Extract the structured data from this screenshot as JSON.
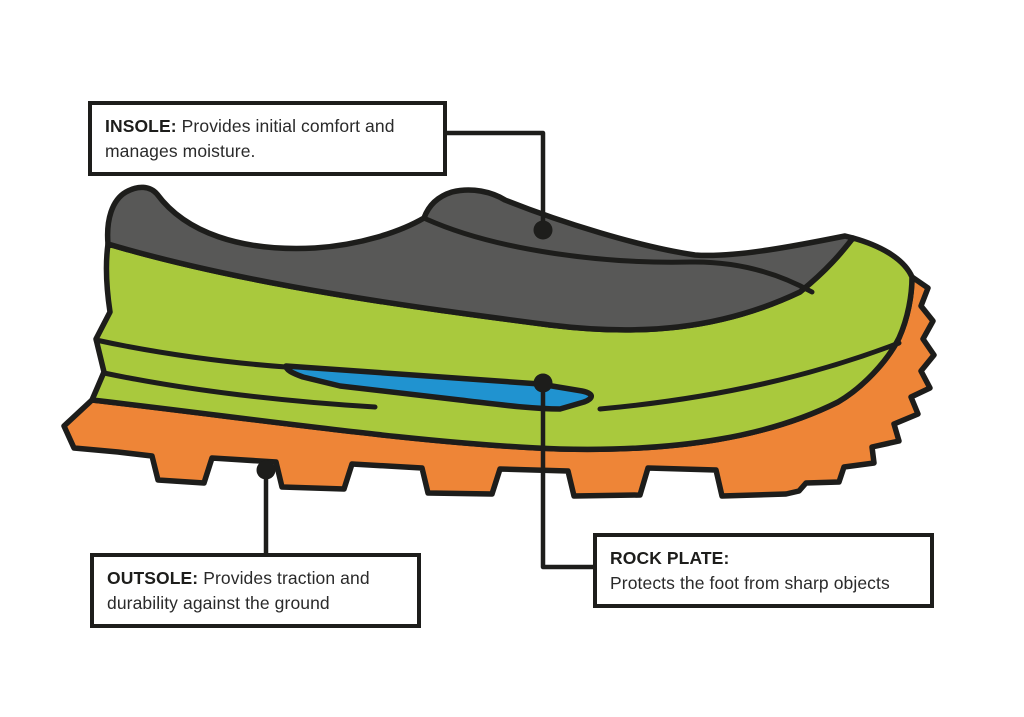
{
  "labels": {
    "insole": {
      "term": "INSOLE:",
      "description": "Provides initial comfort and manages moisture."
    },
    "outsole": {
      "term": "OUTSOLE:",
      "description": "Provides traction and durability against the ground"
    },
    "rock_plate": {
      "term": "ROCK PLATE:",
      "description": "Protects the foot from sharp objects"
    }
  },
  "colors": {
    "background": "#ffffff",
    "outline": "#1d1d1b",
    "upper_gray": "#585857",
    "midsole_green": "#a9c93d",
    "rock_plate_blue": "#2093d0",
    "outsole_orange": "#ee8537",
    "label_box_background": "#ffffff",
    "label_text": "#1d1d1b"
  },
  "parts": [
    {
      "id": "upper",
      "color": "#585857"
    },
    {
      "id": "midsole",
      "color": "#a9c93d"
    },
    {
      "id": "rock-plate",
      "color": "#2093d0"
    },
    {
      "id": "outsole",
      "color": "#ee8537"
    }
  ]
}
